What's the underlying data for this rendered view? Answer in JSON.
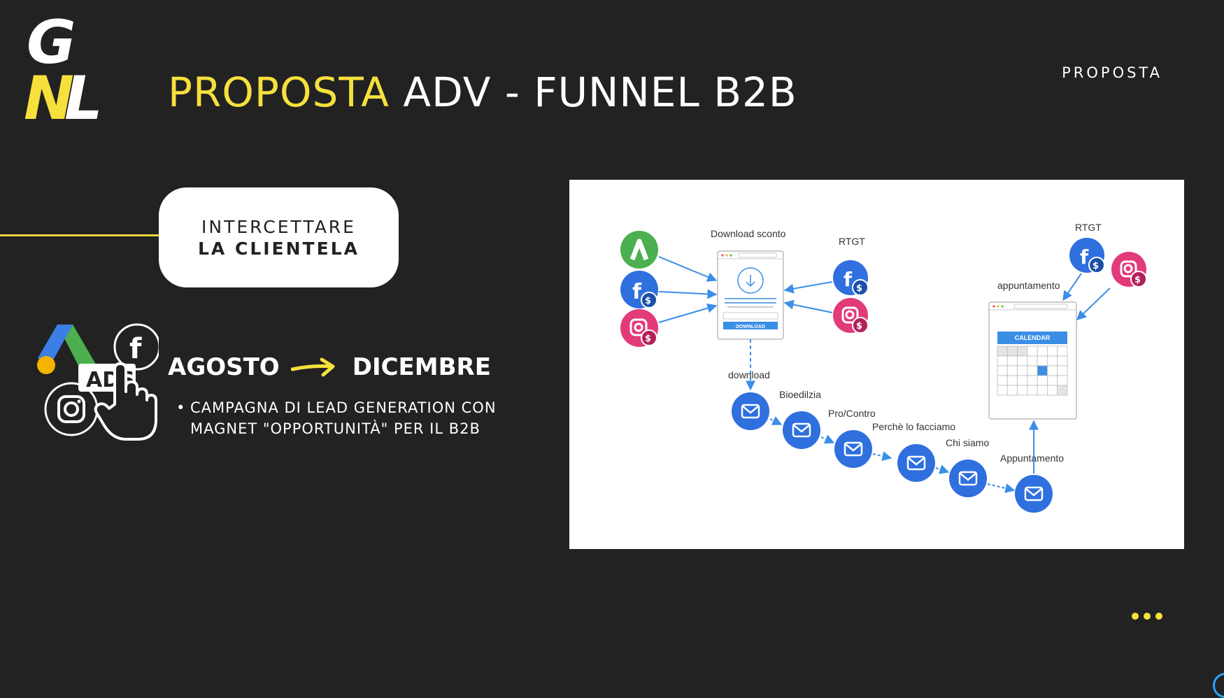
{
  "header": {
    "title_highlight": "PROPOSTA",
    "title_rest": "ADV - FUNNEL B2B",
    "section_label": "PROPOSTA"
  },
  "pill": {
    "line1": "INTERCETTARE",
    "line2": "LA CLIENTELA"
  },
  "ads_icon_text": "ADS",
  "period": {
    "start": "AGOSTO",
    "end": "DICEMBRE"
  },
  "bullet_text": "CAMPAGNA DI LEAD GENERATION CON MAGNET \"OPPORTUNITÀ\" PER IL B2B",
  "diagram": {
    "download_sconto": "Download sconto",
    "rtgt_left": "RTGT",
    "rtgt_right": "RTGT",
    "appuntamento_top": "appuntamento",
    "download_button": "DOWNLOAD",
    "download_step": "download",
    "calendar_header": "CALENDAR",
    "emails": [
      "Bioedilzia",
      "Pro/Contro",
      "Perchè lo facciamo",
      "Chi siamo",
      "Appuntamento"
    ]
  },
  "colors": {
    "accent": "#F6E03C",
    "background": "#222222",
    "diagram_blue": "#3b8ee6",
    "instagram": "#e33a79",
    "google_ads": "#4caf50"
  }
}
